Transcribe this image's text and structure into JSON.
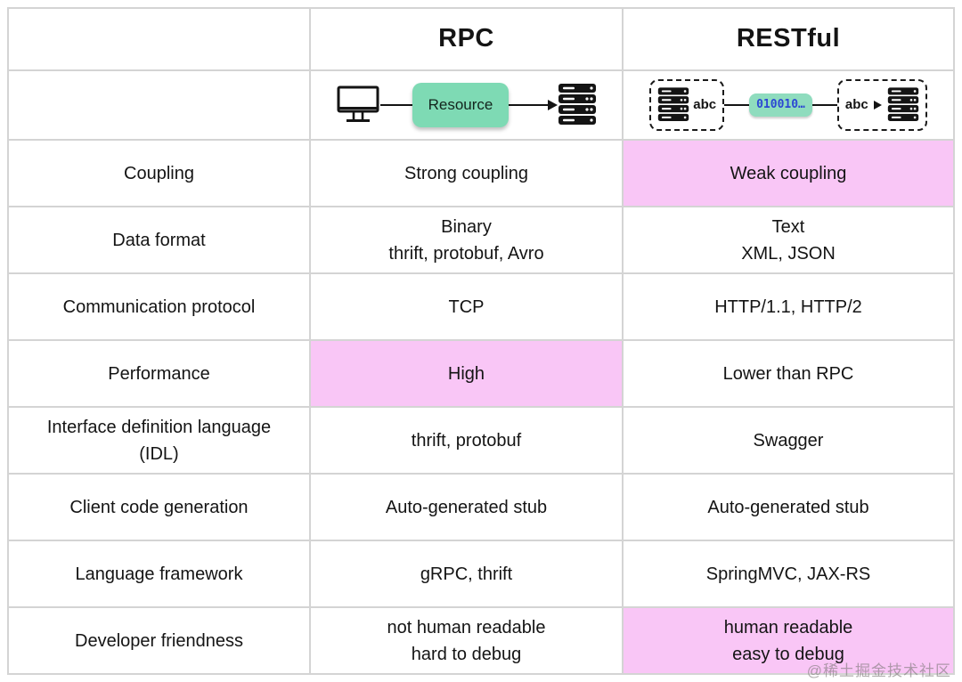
{
  "table": {
    "headers": {
      "blank": "",
      "rpc": "RPC",
      "restful": "RESTful"
    },
    "rows": [
      {
        "label_lines": [
          "Coupling"
        ],
        "rpc": {
          "lines": [
            "Strong coupling"
          ],
          "highlight": false
        },
        "restful": {
          "lines": [
            "Weak coupling"
          ],
          "highlight": true
        }
      },
      {
        "label_lines": [
          "Data format"
        ],
        "rpc": {
          "lines": [
            "Binary",
            "thrift, protobuf, Avro"
          ],
          "highlight": false
        },
        "restful": {
          "lines": [
            "Text",
            "XML, JSON"
          ],
          "highlight": false
        }
      },
      {
        "label_lines": [
          "Communication protocol"
        ],
        "rpc": {
          "lines": [
            "TCP"
          ],
          "highlight": false
        },
        "restful": {
          "lines": [
            "HTTP/1.1, HTTP/2"
          ],
          "highlight": false
        }
      },
      {
        "label_lines": [
          "Performance"
        ],
        "rpc": {
          "lines": [
            "High"
          ],
          "highlight": true
        },
        "restful": {
          "lines": [
            "Lower than RPC"
          ],
          "highlight": false
        }
      },
      {
        "label_lines": [
          "Interface definition language",
          "(IDL)"
        ],
        "rpc": {
          "lines": [
            "thrift, protobuf"
          ],
          "highlight": false
        },
        "restful": {
          "lines": [
            "Swagger"
          ],
          "highlight": false
        }
      },
      {
        "label_lines": [
          "Client code generation"
        ],
        "rpc": {
          "lines": [
            "Auto-generated stub"
          ],
          "highlight": false
        },
        "restful": {
          "lines": [
            "Auto-generated stub"
          ],
          "highlight": false
        }
      },
      {
        "label_lines": [
          "Language framework"
        ],
        "rpc": {
          "lines": [
            "gRPC, thrift"
          ],
          "highlight": false
        },
        "restful": {
          "lines": [
            "SpringMVC, JAX-RS"
          ],
          "highlight": false
        }
      },
      {
        "label_lines": [
          "Developer friendness"
        ],
        "rpc": {
          "lines": [
            "not human readable",
            "hard to debug"
          ],
          "highlight": false
        },
        "restful": {
          "lines": [
            "human readable",
            "easy to debug"
          ],
          "highlight": true
        }
      }
    ]
  },
  "diagram": {
    "rpc": {
      "client_icon": "monitor-icon",
      "resource_label": "Resource",
      "server_icon": "server-stack-icon"
    },
    "restful": {
      "left_box_label": "abc",
      "binary_chip_label": "010010…",
      "right_box_label": "abc",
      "left_icon": "server-stack-icon",
      "right_icon": "server-stack-icon"
    }
  },
  "watermark": "@稀土掘金技术社区",
  "colors": {
    "highlight_pink": "#f9c6f6",
    "resource_green": "#7edab4",
    "chip_green": "#8fdcbe",
    "chip_text_blue": "#2c47d4",
    "border_gray": "#d4d4d4",
    "text_black": "#141414"
  }
}
